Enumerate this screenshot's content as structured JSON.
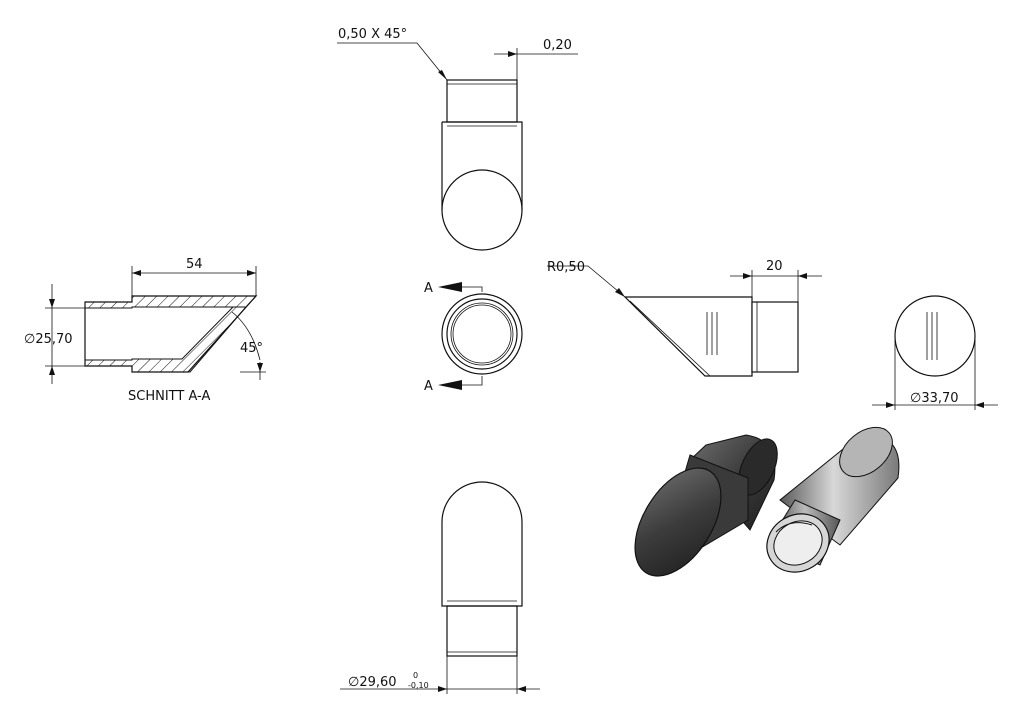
{
  "dimensions": {
    "chamfer": "0,50 X 45°",
    "lip": "0,20",
    "length": "54",
    "inner_diameter": "∅25,70",
    "angle": "45°",
    "section_label": "SCHNITT A-A",
    "section_mark_top": "A",
    "section_mark_bottom": "A",
    "radius": "R0,50",
    "spigot_length": "20",
    "outer_diameter": "∅33,70",
    "spigot_diameter": "∅29,60",
    "tol_upper": "0",
    "tol_lower": "-0,10"
  }
}
